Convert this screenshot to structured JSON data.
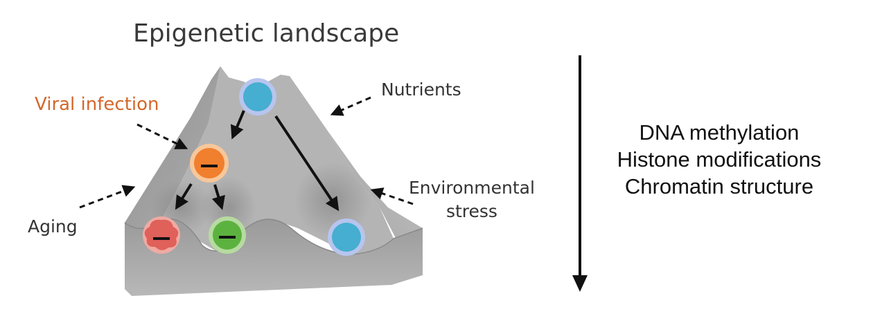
{
  "title": "Epigenetic landscape",
  "labels": {
    "viral_infection": "Viral infection",
    "nutrients": "Nutrients",
    "environmental_stress": [
      "Environmental",
      "stress"
    ],
    "aging": "Aging"
  },
  "epigenetic_marks": [
    "DNA methylation",
    "Histone modifications",
    "Chromatin structure"
  ],
  "cells": [
    {
      "name": "stem-cell",
      "state": "undifferentiated"
    },
    {
      "name": "orange-cell",
      "state": "virus-affected",
      "symbol": "minus"
    },
    {
      "name": "red-cell",
      "state": "aged/damaged",
      "symbol": "minus"
    },
    {
      "name": "green-cell",
      "state": "differentiated",
      "symbol": "minus"
    },
    {
      "name": "blue-cell",
      "state": "differentiated"
    }
  ],
  "colors": {
    "landscape": "#a9a9a9",
    "stem_cell": "#46aed0",
    "stem_cell_ring": "#b7c5ee",
    "orange_cell": "#f07f2e",
    "orange_cell_ring": "#f7c79a",
    "red_cell": "#e0605a",
    "green_cell": "#5cb23f",
    "viral_label": "#d4672b",
    "text": "#333333"
  }
}
